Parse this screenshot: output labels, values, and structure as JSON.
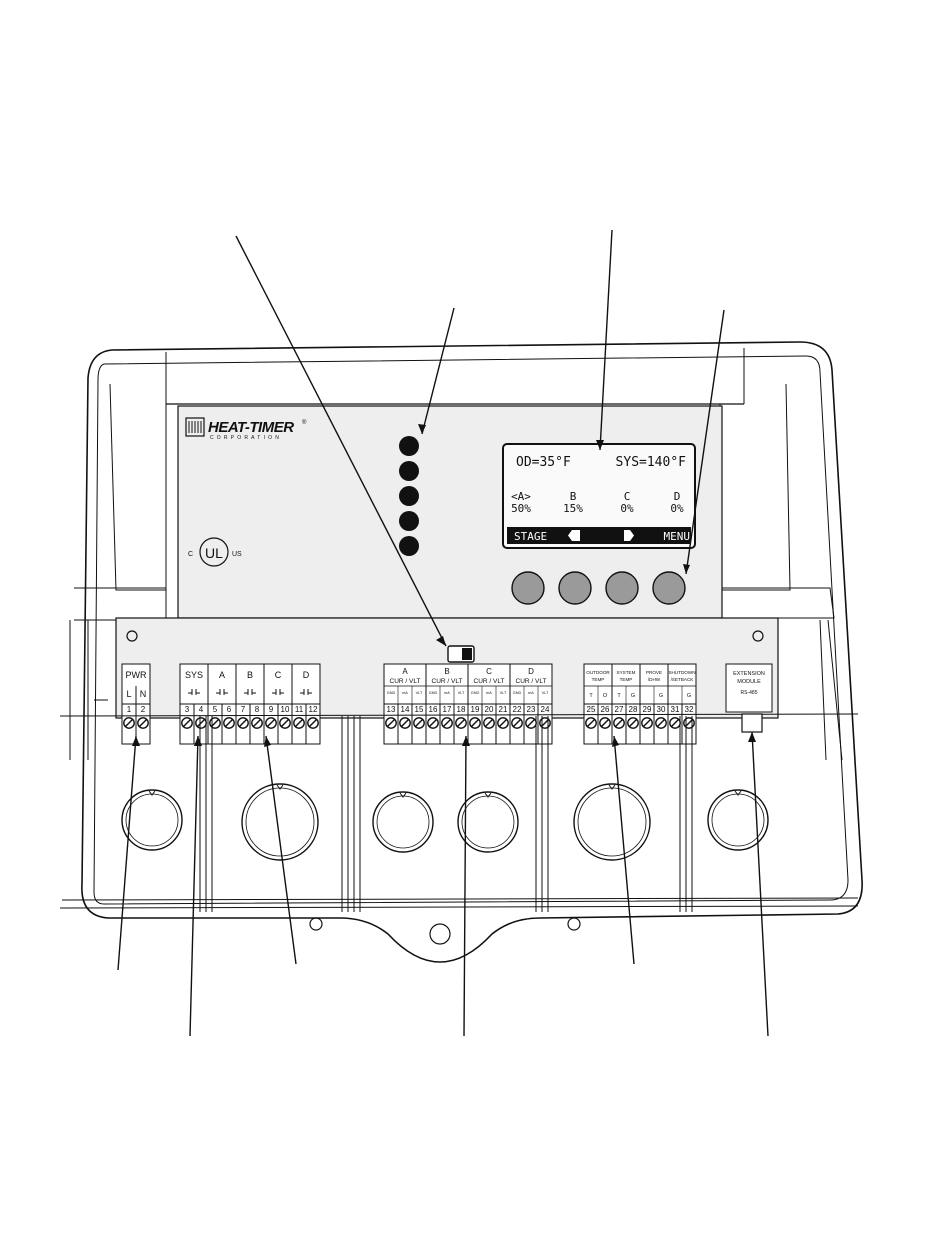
{
  "brand": {
    "name": "HEAT-TIMER",
    "registered": "®",
    "sub": "CORPORATION"
  },
  "certification": {
    "left": "C",
    "center": "UL",
    "right": "US"
  },
  "indicator_lights": {
    "count": 5
  },
  "display": {
    "od_reading": "OD=35°F",
    "sys_reading": "SYS=140°F",
    "columns": [
      {
        "label": "<A>",
        "value": "50%"
      },
      {
        "label": "B",
        "value": "15%"
      },
      {
        "label": "C",
        "value": "0%"
      },
      {
        "label": "D",
        "value": "0%"
      }
    ],
    "softkeys": {
      "left": "STAGE",
      "right": "MENU"
    }
  },
  "buttons": {
    "count": 4
  },
  "terminals": {
    "power": {
      "title": "PWR",
      "sub": [
        "L",
        "N"
      ]
    },
    "relays": {
      "groups": [
        "SYS",
        "A",
        "B",
        "C",
        "D"
      ]
    },
    "analog": {
      "groups": [
        "A",
        "B",
        "C",
        "D"
      ],
      "mode_label": "CUR / VLT",
      "pin_labels": [
        "GND",
        "mA",
        "VLT"
      ]
    },
    "sensors": {
      "groups": [
        "OUTDOOR TEMP",
        "SYSTEM TEMP",
        "PROVE /DHW",
        "SHUTDOWN /SETBACK"
      ],
      "pin_labels": [
        "T",
        "O",
        "T",
        "G",
        "",
        "G",
        "",
        "G"
      ]
    },
    "extension": {
      "line1": "EXTENSION",
      "line2": "MODULE",
      "line3": "RS-485"
    },
    "numbers": [
      "1",
      "2",
      "3",
      "4",
      "5",
      "6",
      "7",
      "8",
      "9",
      "10",
      "11",
      "12",
      "13",
      "14",
      "15",
      "16",
      "17",
      "18",
      "19",
      "20",
      "21",
      "22",
      "23",
      "24",
      "25",
      "26",
      "27",
      "28",
      "29",
      "30",
      "31",
      "32"
    ]
  }
}
